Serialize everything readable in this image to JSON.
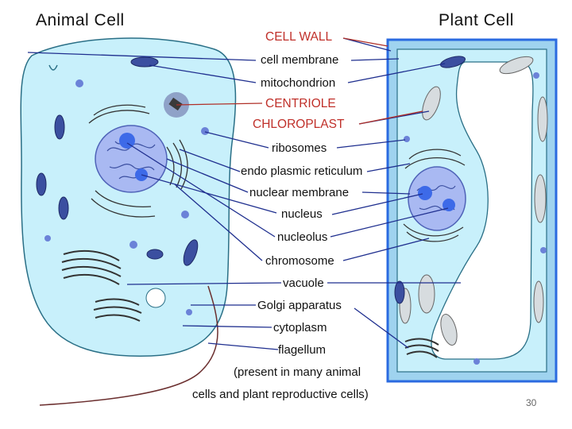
{
  "titles": {
    "animal": "Animal Cell",
    "plant": "Plant Cell"
  },
  "labels": {
    "cell_wall": "CELL WALL",
    "cell_membrane": "cell membrane",
    "mitochondrion": "mitochondrion",
    "centriole": "CENTRIOLE",
    "chloroplast": "CHLOROPLAST",
    "ribosomes": "ribosomes",
    "er": "endo plasmic reticulum",
    "nuclear_membrane": "nuclear membrane",
    "nucleus": "nucleus",
    "nucleolus": "nucleolus",
    "chromosome": "chromosome",
    "vacuole": "vacuole",
    "golgi": "Golgi apparatus",
    "cytoplasm": "cytoplasm",
    "flagellum": "flagellum",
    "flagellum_note_1": "(present in many animal",
    "flagellum_note_2": "cells and plant reproductive cells)"
  },
  "page_number": "30",
  "colors": {
    "cytoplasm": "#c8f0fb",
    "cell_outline": "#2a6f86",
    "nucleus": "#a9b9f2",
    "nucleolus": "#3d6ae8",
    "plant_wall": "#2a6ae0",
    "chloroplast": "#d7dcdf",
    "leader_blue": "#1f2f8f",
    "leader_red": "#b03028"
  }
}
